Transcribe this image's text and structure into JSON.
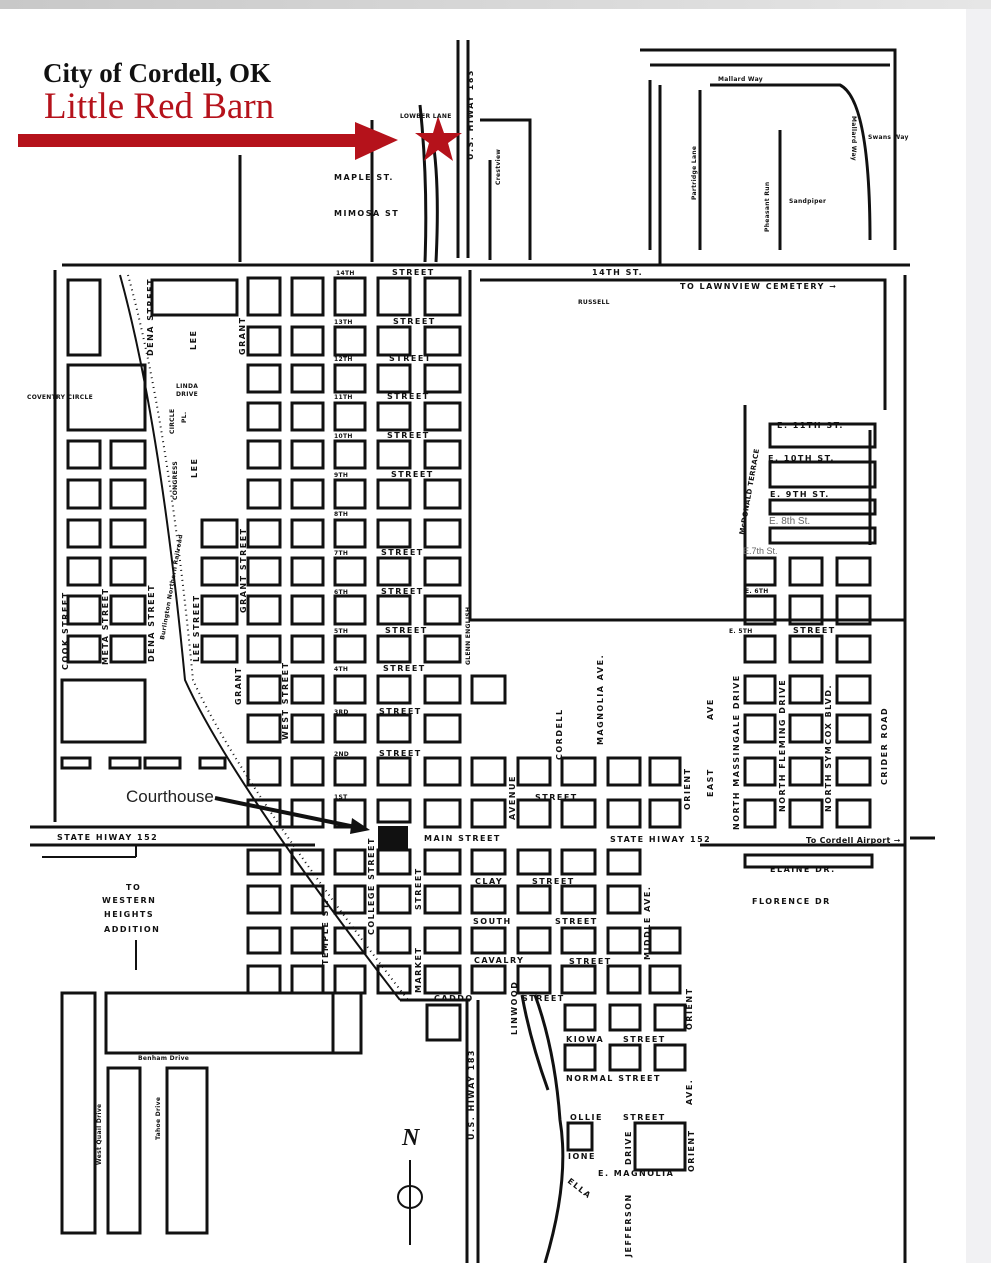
{
  "header": {
    "title": "City of Cordell, OK",
    "subtitle": "Little Red Barn",
    "accent_color": "#b5121b"
  },
  "annotations": {
    "courthouse": "Courthouse",
    "north": "N"
  },
  "north_area": {
    "lowber": "LOWBER LANE",
    "hwy183_top": "U.S. HIWAY 183",
    "crestview": "Crestview",
    "mallard": "Mallard Way",
    "mallard2": "Mallard Way",
    "swans": "Swans Way",
    "partridge": "Partridge Lane",
    "pheasant": "Pheasant Run",
    "sandpiper": "Sandpiper",
    "maple": "MAPLE ST.",
    "mimosa": "MIMOSA ST"
  },
  "streets": {
    "s14": "14TH",
    "s14b": "STREET",
    "s14st": "14TH ST.",
    "lawnview": "TO LAWNVIEW CEMETERY ➞",
    "russell": "RUSSELL",
    "s13": "13TH",
    "s13b": "STREET",
    "s12": "12TH",
    "s12b": "STREET",
    "s11": "11TH",
    "s11b": "STREET",
    "s10": "10TH",
    "s10b": "STREET",
    "s9": "9TH",
    "s9b": "STREET",
    "s8": "8TH",
    "s7": "7TH",
    "s7b": "STREET",
    "s6": "6TH",
    "s6b": "STREET",
    "s5": "5TH",
    "s5b": "STREET",
    "s4": "4TH",
    "s4b": "STREET",
    "s3": "3RD",
    "s3b": "STREET",
    "s2": "2ND",
    "s2b": "STREET",
    "s1": "1ST",
    "s1b": "STREET",
    "main": "MAIN STREET",
    "hwy152w": "STATE HIWAY 152",
    "hwy152e": "STATE HIWAY 152",
    "airport": "To Cordell Airport ➞",
    "clay": "CLAY",
    "clayb": "STREET",
    "south": "SOUTH",
    "southb": "STREET",
    "cavalry": "CAVALRY",
    "cavalryb": "STREET",
    "caddo": "CADDO",
    "caddob": "STREET",
    "kiowa": "KIOWA",
    "kiowab": "STREET",
    "normal": "NORMAL STREET",
    "ollie": "OLLIE",
    "ollieb": "STREET",
    "ione": "IONE",
    "emagnolia": "E. MAGNOLIA",
    "ella": "ELLA"
  },
  "avenues": {
    "jefferson": "JEFFERSON",
    "drive": "DRIVE",
    "orient1": "ORIENT",
    "orient2": "ORIENT",
    "orient3": "ORIENT",
    "ave1": "AVE.",
    "middle": "MIDDLE AVE.",
    "linwood": "LINWOOD",
    "hwy183_bottom": "U.S. HIWAY 183",
    "market": "MARKET",
    "marketb": "STREET",
    "college": "COLLEGE STREET",
    "temple": "TEMPLE ST.",
    "avenue": "AVENUE",
    "cordell": "CORDELL",
    "magnolia": "MAGNOLIA AVE.",
    "east": "EAST",
    "eastave": "AVE",
    "massingale": "NORTH MASSINGALE DRIVE",
    "fleming": "NORTH FLEMING DRIVE",
    "symcox": "NORTH SYMCOX BLVD.",
    "crider": "CRIDER ROAD",
    "glenn": "GLENN ENGLISH",
    "west": "WEST STREET"
  },
  "east_area": {
    "elaine": "ELAINE DR.",
    "florence": "FLORENCE DR",
    "e11": "E. 11TH ST.",
    "e10": "E. 10TH ST.",
    "e9": "E. 9TH ST.",
    "e8": "E. 8th St.",
    "e7": "E.7th St.",
    "e6": "E. 6TH",
    "e5": "E. 5TH",
    "e5b": "STREET",
    "mcdonald": "McDONALD TERRACE"
  },
  "west_area": {
    "coventry": "COVENTRY CIRCLE",
    "linda": "LINDA",
    "lindab": "DRIVE",
    "circle": "CIRCLE",
    "pl": "PL.",
    "congress": "CONGRESS",
    "lee1": "LEE",
    "lee2": "LEE",
    "lee3": "LEE STREET",
    "dena1": "DENA STREET",
    "dena2": "DENA STREET",
    "grant1": "GRANT",
    "grant2": "GRANT STREET",
    "grant3": "GRANT",
    "cook": "COOK STREET",
    "meta": "META STREET",
    "railroad": "Burlington Northern Railroad",
    "to": "TO",
    "western": "WESTERN",
    "heights": "HEIGHTS",
    "addition": "ADDITION",
    "benham": "Benham Drive",
    "quail": "West Quail Drive",
    "tahoe": "Tahoe Drive"
  }
}
